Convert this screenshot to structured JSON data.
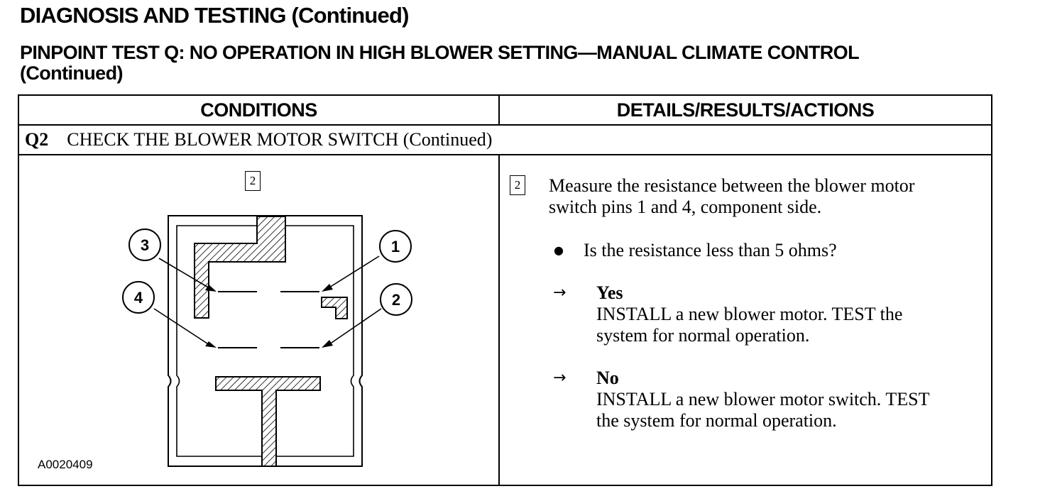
{
  "header": {
    "title": "DIAGNOSIS AND TESTING (Continued)",
    "subtitle_line1": "PINPOINT TEST Q:  NO OPERATION IN HIGH BLOWER SETTING—MANUAL CLIMATE CONTROL",
    "subtitle_line2": "(Continued)"
  },
  "table": {
    "col_conditions": "CONDITIONS",
    "col_details": "DETAILS/RESULTS/ACTIONS",
    "step_id": "Q2",
    "step_title": "CHECK THE BLOWER MOTOR SWITCH (Continued)"
  },
  "figure": {
    "step_box": "2",
    "pins": [
      "1",
      "2",
      "3",
      "4"
    ],
    "figure_id": "A0020409"
  },
  "details": {
    "step_box": "2",
    "instruction_line1": "Measure the resistance between the blower motor",
    "instruction_line2": "switch pins 1 and 4, component side.",
    "question": "Is the resistance less than 5 ohms?",
    "yes_label": "Yes",
    "yes_line1": "INSTALL a new blower motor. TEST the",
    "yes_line2": "system for normal operation.",
    "no_label": "No",
    "no_line1": "INSTALL a new blower motor switch. TEST",
    "no_line2": "the system for normal operation."
  },
  "icons": {
    "bullet": "bullet-icon",
    "arrow": "right-arrow-icon"
  }
}
